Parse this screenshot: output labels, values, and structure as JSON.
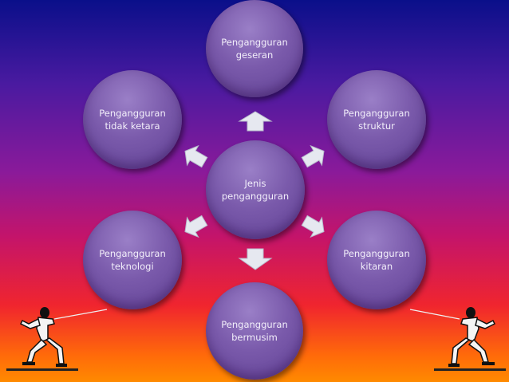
{
  "center": {
    "label": "Jenis\npengangguran"
  },
  "nodes": {
    "top": {
      "label": "Pengangguran\ngeseran"
    },
    "upper_right": {
      "label": "Pengangguran\nstruktur"
    },
    "lower_right": {
      "label": "Pengangguran\nkitaran"
    },
    "bottom": {
      "label": "Pengangguran\nbermusim"
    },
    "lower_left": {
      "label": "Pengangguran\nteknologi"
    },
    "upper_left": {
      "label": "Pengangguran\ntidak ketara"
    }
  },
  "colors": {
    "circle": "#7a5aab",
    "arrow": "#e6e8f0",
    "background_top": "#0a0f8a",
    "background_bottom": "#ff8a00"
  }
}
